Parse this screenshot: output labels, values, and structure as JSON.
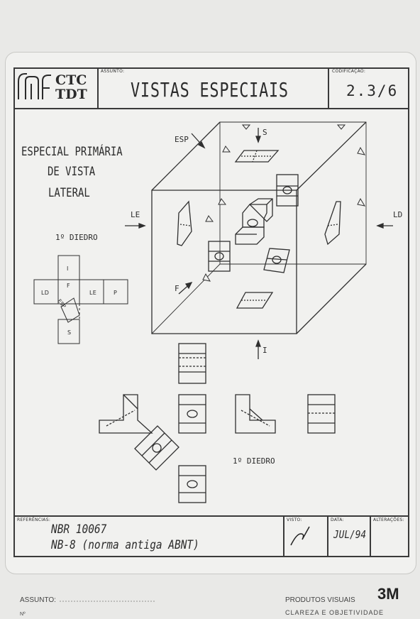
{
  "header": {
    "logo_text_1": "CTC",
    "logo_text_2": "TDT",
    "assunto_label": "ASSUNTO:",
    "title": "VISTAS ESPECIAIS",
    "codificacao_label": "CODIFICAÇÃO:",
    "code": "2.3/6"
  },
  "drawing": {
    "main_label_line1": "ESPECIAL PRIMÁRIA",
    "main_label_line2": "DE VISTA",
    "main_label_line3": "LATERAL",
    "diedro_top": "1º DIEDRO",
    "diedro_bottom": "1º DIEDRO",
    "arrow_esp": "ESP",
    "arrow_s": "S",
    "arrow_le": "LE",
    "arrow_ld": "LD",
    "arrow_f": "F",
    "arrow_i": "I",
    "net_i": "I",
    "net_ld": "LD",
    "net_f": "F",
    "net_le": "LE",
    "net_p": "P",
    "net_esp": "ESP",
    "net_s": "S"
  },
  "footer_block": {
    "referencias_label": "REFERÊNCIAS:",
    "ref1": "NBR 10067",
    "ref2": "NB-8 (norma antiga ABNT)",
    "visto_label": "VISTO:",
    "data_label": "DATA:",
    "date": "JUL/94",
    "alteracoes_label": "ALTERAÇÕES:"
  },
  "page_footer": {
    "assunto": "ASSUNTO:",
    "no": "Nº",
    "produtos": "PRODUTOS VISUAIS",
    "brand": "3M",
    "tagline": "CLAREZA E OBJETIVIDADE"
  }
}
